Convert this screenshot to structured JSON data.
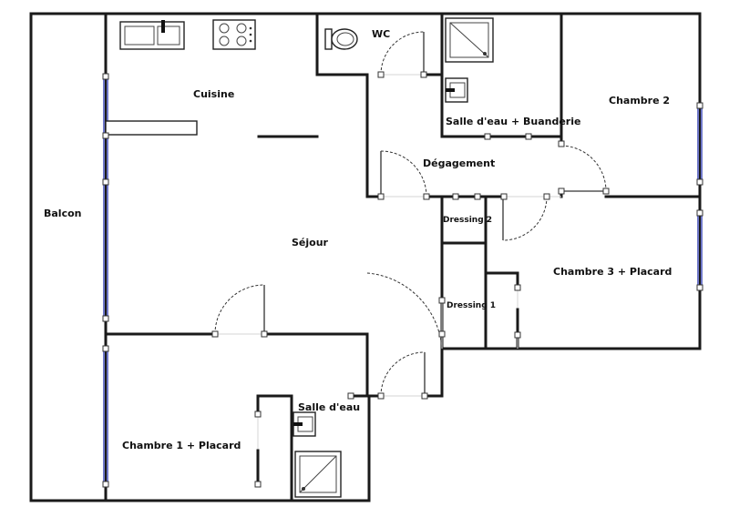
{
  "rooms": {
    "balcon": "Balcon",
    "cuisine": "Cuisine",
    "wc": "WC",
    "salle_eau_buanderie": "Salle d'eau + Buanderie",
    "chambre2": "Chambre 2",
    "degagement": "Dégagement",
    "dressing2": "Dressing 2",
    "sejour": "Séjour",
    "chambre3": "Chambre 3 + Placard",
    "dressing1": "Dressing 1",
    "salle_eau": "Salle d'eau",
    "chambre1": "Chambre 1 + Placard"
  },
  "colors": {
    "wall": "#1a1a1a",
    "window": "#6f78c9",
    "background": "#ffffff"
  },
  "icons": [
    "sink-icon",
    "cooktop-icon",
    "toilet-icon",
    "shower-icon",
    "washbasin-icon"
  ]
}
